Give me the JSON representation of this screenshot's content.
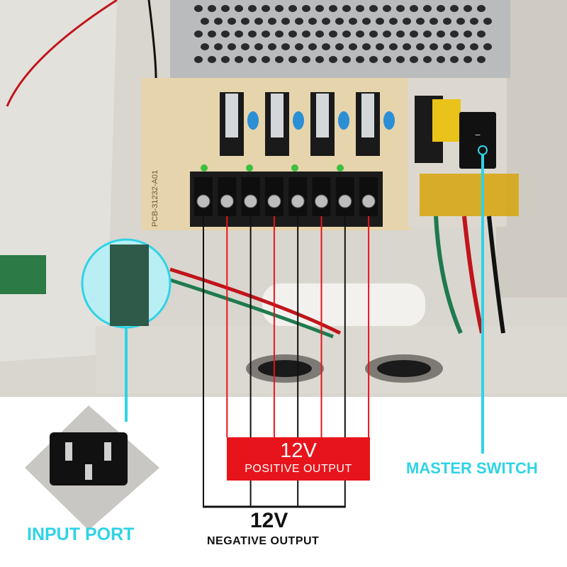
{
  "annotations": {
    "positive_output": {
      "voltage": "12V",
      "label": "POSITIVE OUTPUT",
      "color": "#e8141b"
    },
    "negative_output": {
      "voltage": "12V",
      "label": "NEGATIVE OUTPUT",
      "color": "#111111"
    },
    "master_switch": {
      "label": "MASTER SWITCH",
      "color": "#2fd3e6"
    },
    "input_port": {
      "label": "INPUT PORT",
      "color": "#2fd3e6"
    }
  },
  "photo": {
    "pcb_marking": "PCB-31232-A01",
    "terminal_count": 8,
    "fuse_count": 4
  }
}
